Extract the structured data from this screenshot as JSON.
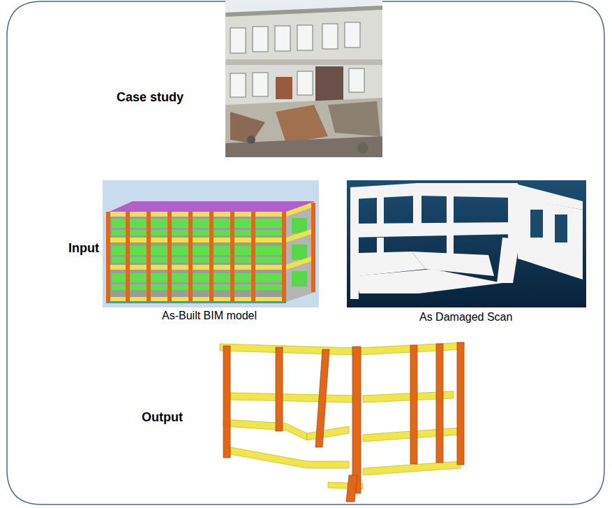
{
  "diagram": {
    "labels": [
      "Case study",
      "Input",
      "As-Built BIM model",
      "As Damaged Scan",
      "Output"
    ]
  }
}
